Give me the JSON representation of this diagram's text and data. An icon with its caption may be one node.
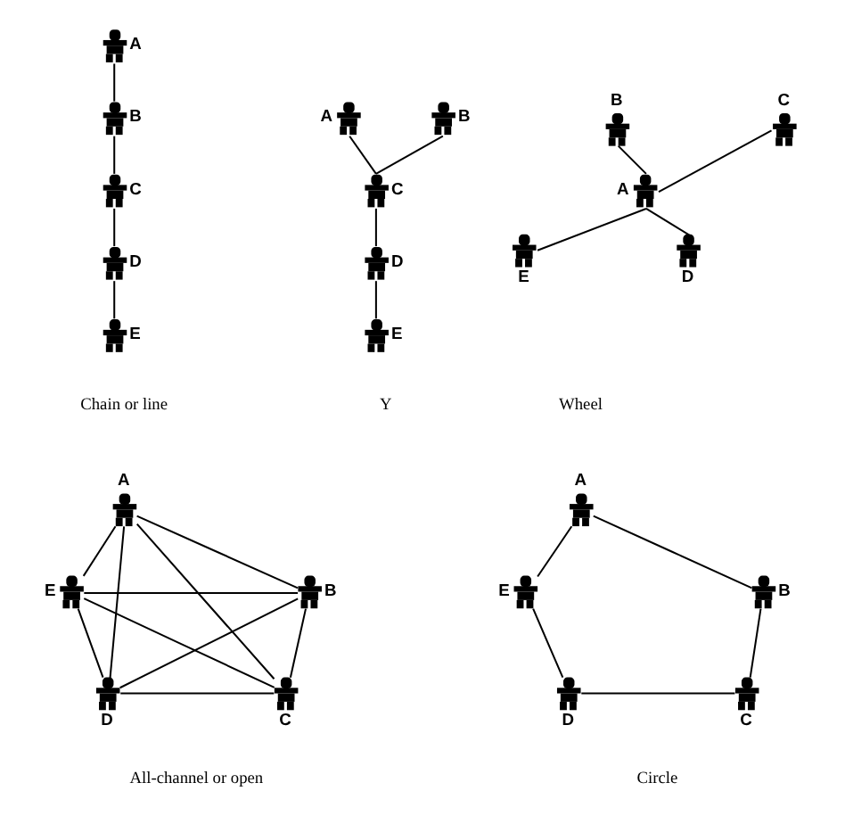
{
  "diagram": {
    "nodes": [
      {
        "text": [],
        "shape": "person",
        "beside": [
          "A"
        ]
      },
      {
        "text": [],
        "shape": "person",
        "beside": [
          "B"
        ]
      },
      {
        "text": [],
        "shape": "person",
        "beside": [
          "C"
        ]
      },
      {
        "text": [],
        "shape": "person",
        "beside": [
          "D"
        ]
      },
      {
        "text": [],
        "shape": "person",
        "beside": [
          "E"
        ]
      },
      {
        "text": [],
        "shape": "person",
        "beside": [
          "A"
        ]
      },
      {
        "text": [],
        "shape": "person",
        "beside": [
          "B"
        ]
      },
      {
        "text": [],
        "shape": "person",
        "beside": [
          "C"
        ]
      },
      {
        "text": [],
        "shape": "person",
        "beside": [
          "D"
        ]
      },
      {
        "text": [],
        "shape": "person",
        "beside": [
          "E"
        ]
      },
      {
        "text": [],
        "shape": "person",
        "beside": [
          "B"
        ]
      },
      {
        "text": [],
        "shape": "person",
        "beside": [
          "C"
        ]
      },
      {
        "text": [],
        "shape": "person",
        "beside": [
          "A"
        ]
      },
      {
        "text": [],
        "shape": "person",
        "beside": [
          "E"
        ]
      },
      {
        "text": [],
        "shape": "person",
        "beside": [
          "D"
        ]
      },
      {
        "text": [],
        "shape": "person",
        "beside": [
          "A"
        ]
      },
      {
        "text": [],
        "shape": "person",
        "beside": [
          "E"
        ]
      },
      {
        "text": [],
        "shape": "person",
        "beside": [
          "B"
        ]
      },
      {
        "text": [],
        "shape": "person",
        "beside": [
          "D"
        ]
      },
      {
        "text": [],
        "shape": "person",
        "beside": [
          "C"
        ]
      },
      {
        "text": [],
        "shape": "person",
        "beside": [
          "A"
        ]
      },
      {
        "text": [],
        "shape": "person",
        "beside": [
          "E"
        ]
      },
      {
        "text": [],
        "shape": "person",
        "beside": [
          "B"
        ]
      },
      {
        "text": [],
        "shape": "person",
        "beside": [
          "D"
        ]
      },
      {
        "text": [],
        "shape": "person",
        "beside": [
          "C"
        ]
      }
    ],
    "edges": [
      {
        "from": 0,
        "to": 1,
        "arrow": "none"
      },
      {
        "from": 1,
        "to": 2,
        "arrow": "none"
      },
      {
        "from": 2,
        "to": 3,
        "arrow": "none"
      },
      {
        "from": 3,
        "to": 4,
        "arrow": "none"
      },
      {
        "from": 5,
        "to": 7,
        "arrow": "none"
      },
      {
        "from": 6,
        "to": 7,
        "arrow": "none"
      },
      {
        "from": 7,
        "to": 8,
        "arrow": "none"
      },
      {
        "from": 8,
        "to": 9,
        "arrow": "none"
      },
      {
        "from": 10,
        "to": 12,
        "arrow": "none"
      },
      {
        "from": 11,
        "to": 12,
        "arrow": "none"
      },
      {
        "from": 12,
        "to": 13,
        "arrow": "none"
      },
      {
        "from": 12,
        "to": 14,
        "arrow": "none"
      },
      {
        "from": 15,
        "to": 16,
        "arrow": "none"
      },
      {
        "from": 15,
        "to": 17,
        "arrow": "none"
      },
      {
        "from": 15,
        "to": 18,
        "arrow": "none"
      },
      {
        "from": 15,
        "to": 19,
        "arrow": "none"
      },
      {
        "from": 16,
        "to": 17,
        "arrow": "none"
      },
      {
        "from": 16,
        "to": 18,
        "arrow": "none"
      },
      {
        "from": 16,
        "to": 19,
        "arrow": "none"
      },
      {
        "from": 17,
        "to": 18,
        "arrow": "none"
      },
      {
        "from": 17,
        "to": 19,
        "arrow": "none"
      },
      {
        "from": 18,
        "to": 19,
        "arrow": "none"
      },
      {
        "from": 20,
        "to": 22,
        "arrow": "none"
      },
      {
        "from": 22,
        "to": 24,
        "arrow": "none"
      },
      {
        "from": 23,
        "to": 24,
        "arrow": "none"
      },
      {
        "from": 21,
        "to": 23,
        "arrow": "none"
      },
      {
        "from": 20,
        "to": 21,
        "arrow": "none"
      }
    ],
    "labels": [
      "Chain or line",
      "Y",
      "Wheel",
      "All-channel or open",
      "Circle"
    ]
  }
}
